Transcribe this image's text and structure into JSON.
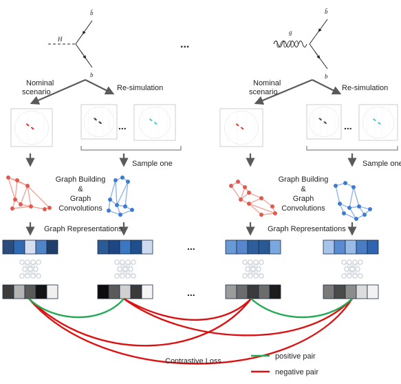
{
  "feynman": {
    "left": {
      "boson": "H",
      "quark_top": "b̄",
      "quark_bottom": "b"
    },
    "right": {
      "boson": "g",
      "quark_top": "b̄",
      "quark_bottom": "b"
    },
    "ellipsis": "..."
  },
  "branches": {
    "nominal": "Nominal\nscenario",
    "resim": "Re-simulation"
  },
  "labels": {
    "sample_one": "Sample one",
    "graph_building": [
      "Graph Building",
      "&",
      "Graph",
      "Convolutions"
    ],
    "graph_representations": "Graph Representations",
    "contrastive_loss": "Contrastive Loss",
    "ellipsis": "..."
  },
  "legend": {
    "positive": "positive pair",
    "negative": "negative pair"
  },
  "colors": {
    "arrow": "#5a5a5a",
    "positive": "#22aa55",
    "negative": "#dd1111",
    "graph_red": "#e86a5e",
    "graph_blue": "#4a86d8",
    "nn": "#c8cdd8"
  },
  "vectors_top": [
    [
      "#2c4c7c",
      "#2f6ab3",
      "#d6dff0",
      "#4f84c6",
      "#1f3f6a"
    ],
    [
      "#2b5a94",
      "#1d4682",
      "#3b76c0",
      "#1f4f8c",
      "#cdd9ee"
    ],
    [
      "#6a9ad6",
      "#5886cc",
      "#2f5e9c",
      "#2a5a96",
      "#7aa8de"
    ],
    [
      "#a6c4ea",
      "#5a8ad0",
      "#9abbe6",
      "#4a7cc4",
      "#2f64b0"
    ]
  ],
  "vectors_bottom": [
    [
      "#3c3c3c",
      "#b4b4b4",
      "#5a5a5a",
      "#141414",
      "#f0f0f0"
    ],
    [
      "#0c0c0c",
      "#5a5a5a",
      "#d0d0d0",
      "#3a3a3a",
      "#f4f4f4"
    ],
    [
      "#9c9c9c",
      "#6c6c6c",
      "#3a3a3a",
      "#6c6c6c",
      "#1c1c1c"
    ],
    [
      "#7a7a7a",
      "#4a4a4a",
      "#8c8c8c",
      "#dcdcdc",
      "#f2f2f2"
    ]
  ]
}
